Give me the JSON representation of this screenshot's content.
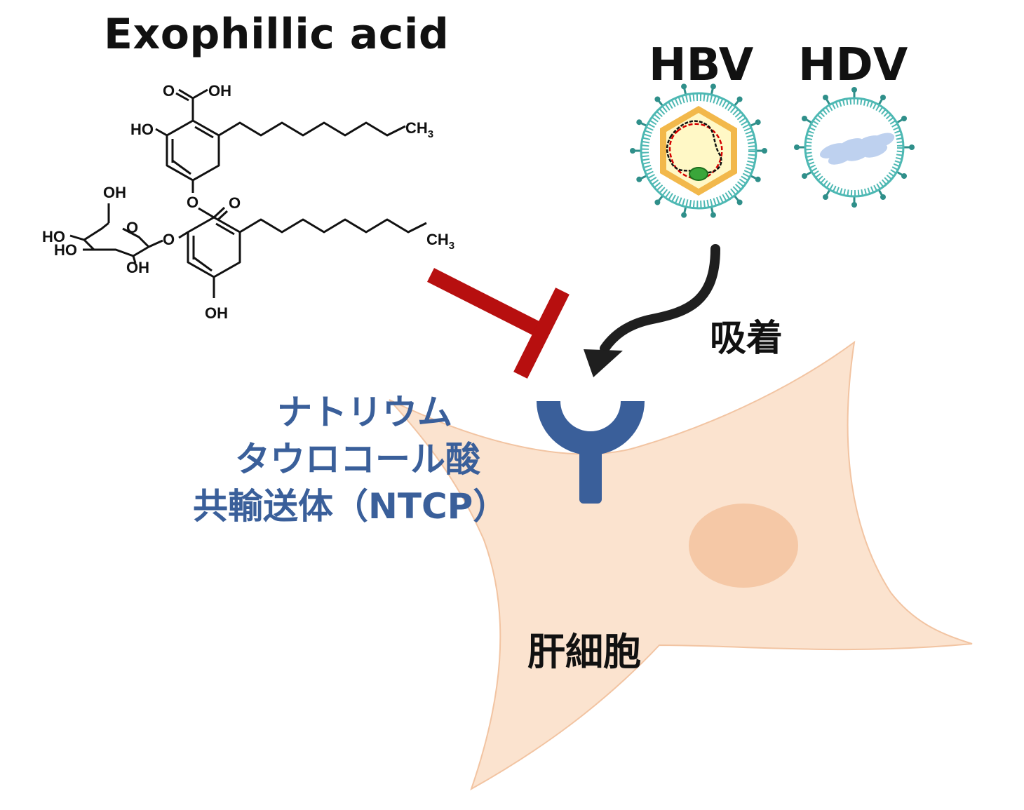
{
  "title": "Exophillic acid",
  "viruses": [
    {
      "label": "HBV"
    },
    {
      "label": "HDV"
    }
  ],
  "receptor_label": [
    "ナトリウム",
    "タウロコール酸",
    "共輸送体（NTCP）"
  ],
  "arrow_label": "吸着",
  "cell_label": "肝細胞",
  "molecule_atoms": {
    "o": "O",
    "oh": "OH",
    "ho": "HO",
    "ch3": "CH",
    "three": "3"
  },
  "colors": {
    "receptor": "#3a5f9a",
    "inhibit": "#b70f0f",
    "cell_fill": "#fbe3cf",
    "nucleus": "#f5c8a6",
    "virus_teal": "#4db8b3",
    "hbv_core": "#fff8c6",
    "hbv_capsid": "#f2b84b"
  }
}
